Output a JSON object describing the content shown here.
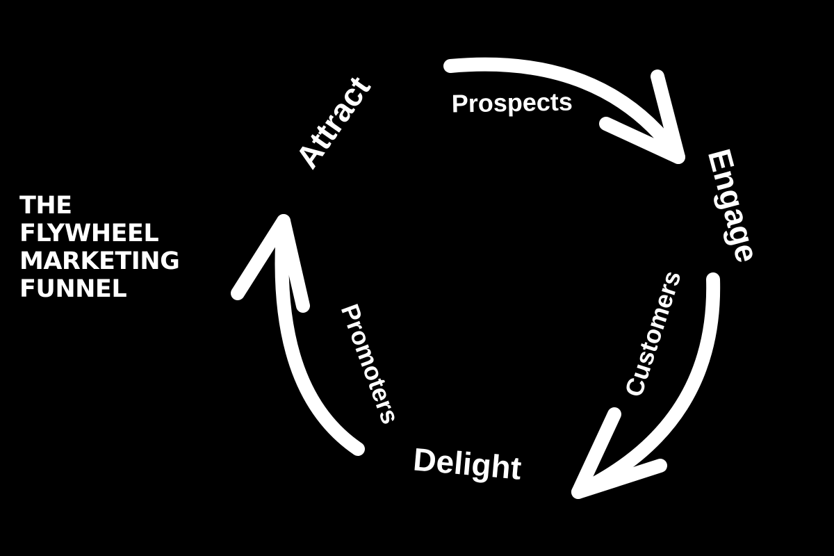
{
  "title": {
    "lines": [
      "THE",
      "FLYWHEEL",
      "MARKETING",
      "FUNNEL"
    ]
  },
  "stages": {
    "attract": "Attract",
    "engage": "Engage",
    "delight": "Delight"
  },
  "transitions": {
    "prospects": "Prospects",
    "customers": "Customers",
    "promoters": "Promoters"
  },
  "colors": {
    "background": "#000000",
    "foreground": "#ffffff"
  }
}
